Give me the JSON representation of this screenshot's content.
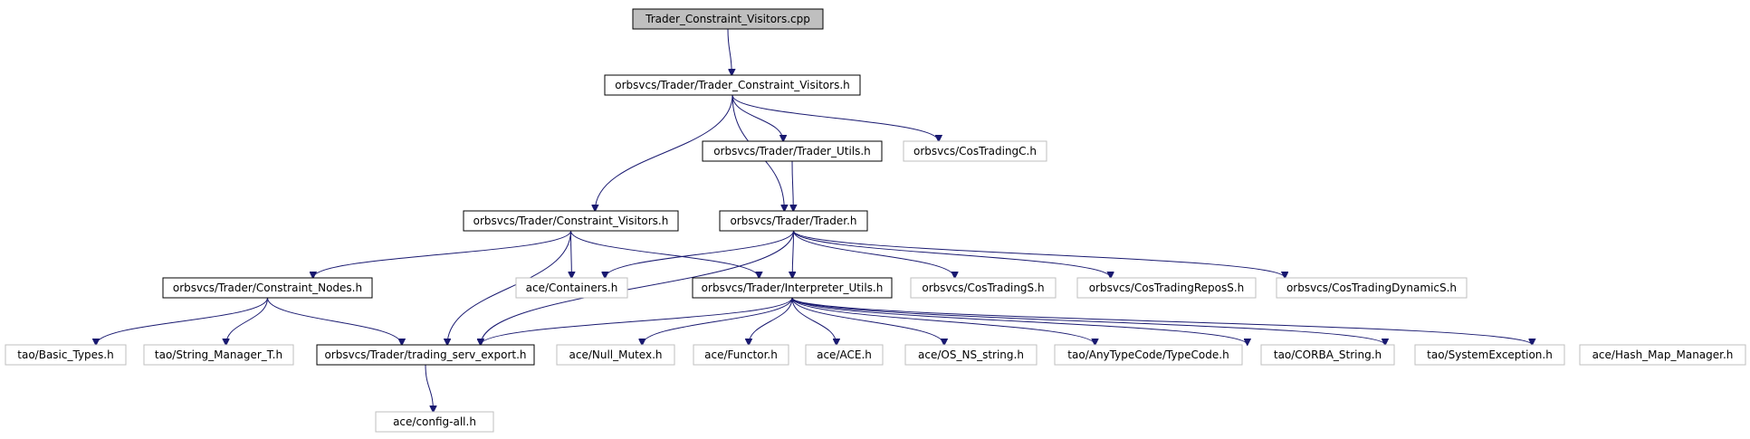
{
  "colors": {
    "edge": "#191970",
    "root_fill": "#bfbfbf",
    "documented_border": "#000000",
    "undocumented_border": "#bfbfbf",
    "background": "#ffffff"
  },
  "graph": {
    "root": {
      "label": "Trader_Constraint_Visitors.cpp"
    },
    "nodes": [
      {
        "id": "n_cpp",
        "label": "Trader_Constraint_Visitors.cpp",
        "kind": "root"
      },
      {
        "id": "n_tcv_h",
        "label": "orbsvcs/Trader/Trader_Constraint_Visitors.h",
        "kind": "documented"
      },
      {
        "id": "n_trader_utils",
        "label": "orbsvcs/Trader/Trader_Utils.h",
        "kind": "documented"
      },
      {
        "id": "n_costradingc",
        "label": "orbsvcs/CosTradingC.h",
        "kind": "external"
      },
      {
        "id": "n_constraint_visitors",
        "label": "orbsvcs/Trader/Constraint_Visitors.h",
        "kind": "documented"
      },
      {
        "id": "n_trader_h",
        "label": "orbsvcs/Trader/Trader.h",
        "kind": "documented"
      },
      {
        "id": "n_constraint_nodes",
        "label": "orbsvcs/Trader/Constraint_Nodes.h",
        "kind": "documented"
      },
      {
        "id": "n_containers",
        "label": "ace/Containers.h",
        "kind": "external"
      },
      {
        "id": "n_interpreter_utils",
        "label": "orbsvcs/Trader/Interpreter_Utils.h",
        "kind": "documented"
      },
      {
        "id": "n_costradings",
        "label": "orbsvcs/CosTradingS.h",
        "kind": "external"
      },
      {
        "id": "n_costradingrepos",
        "label": "orbsvcs/CosTradingReposS.h",
        "kind": "external"
      },
      {
        "id": "n_costradingdyn",
        "label": "orbsvcs/CosTradingDynamicS.h",
        "kind": "external"
      },
      {
        "id": "n_basic_types",
        "label": "tao/Basic_Types.h",
        "kind": "external"
      },
      {
        "id": "n_string_manager",
        "label": "tao/String_Manager_T.h",
        "kind": "external"
      },
      {
        "id": "n_trading_export",
        "label": "orbsvcs/Trader/trading_serv_export.h",
        "kind": "documented"
      },
      {
        "id": "n_null_mutex",
        "label": "ace/Null_Mutex.h",
        "kind": "external"
      },
      {
        "id": "n_functor",
        "label": "ace/Functor.h",
        "kind": "external"
      },
      {
        "id": "n_ace",
        "label": "ace/ACE.h",
        "kind": "external"
      },
      {
        "id": "n_os_ns_string",
        "label": "ace/OS_NS_string.h",
        "kind": "external"
      },
      {
        "id": "n_typecode",
        "label": "tao/AnyTypeCode/TypeCode.h",
        "kind": "external"
      },
      {
        "id": "n_corba_string",
        "label": "tao/CORBA_String.h",
        "kind": "external"
      },
      {
        "id": "n_system_exception",
        "label": "tao/SystemException.h",
        "kind": "external"
      },
      {
        "id": "n_hash_map",
        "label": "ace/Hash_Map_Manager.h",
        "kind": "external"
      },
      {
        "id": "n_config_all",
        "label": "ace/config-all.h",
        "kind": "external"
      }
    ],
    "edges": [
      {
        "from": "n_cpp",
        "to": "n_tcv_h"
      },
      {
        "from": "n_tcv_h",
        "to": "n_trader_utils"
      },
      {
        "from": "n_tcv_h",
        "to": "n_costradingc"
      },
      {
        "from": "n_tcv_h",
        "to": "n_constraint_visitors"
      },
      {
        "from": "n_tcv_h",
        "to": "n_trader_h"
      },
      {
        "from": "n_trader_utils",
        "to": "n_trader_h"
      },
      {
        "from": "n_constraint_visitors",
        "to": "n_constraint_nodes"
      },
      {
        "from": "n_constraint_visitors",
        "to": "n_containers"
      },
      {
        "from": "n_constraint_visitors",
        "to": "n_interpreter_utils"
      },
      {
        "from": "n_constraint_visitors",
        "to": "n_trading_export"
      },
      {
        "from": "n_trader_h",
        "to": "n_containers"
      },
      {
        "from": "n_trader_h",
        "to": "n_interpreter_utils"
      },
      {
        "from": "n_trader_h",
        "to": "n_costradings"
      },
      {
        "from": "n_trader_h",
        "to": "n_costradingrepos"
      },
      {
        "from": "n_trader_h",
        "to": "n_costradingdyn"
      },
      {
        "from": "n_trader_h",
        "to": "n_trading_export"
      },
      {
        "from": "n_constraint_nodes",
        "to": "n_basic_types"
      },
      {
        "from": "n_constraint_nodes",
        "to": "n_string_manager"
      },
      {
        "from": "n_constraint_nodes",
        "to": "n_trading_export"
      },
      {
        "from": "n_interpreter_utils",
        "to": "n_trading_export"
      },
      {
        "from": "n_interpreter_utils",
        "to": "n_null_mutex"
      },
      {
        "from": "n_interpreter_utils",
        "to": "n_functor"
      },
      {
        "from": "n_interpreter_utils",
        "to": "n_ace"
      },
      {
        "from": "n_interpreter_utils",
        "to": "n_os_ns_string"
      },
      {
        "from": "n_interpreter_utils",
        "to": "n_typecode"
      },
      {
        "from": "n_interpreter_utils",
        "to": "n_corba_string"
      },
      {
        "from": "n_interpreter_utils",
        "to": "n_system_exception"
      },
      {
        "from": "n_interpreter_utils",
        "to": "n_hash_map"
      },
      {
        "from": "n_trading_export",
        "to": "n_config_all"
      }
    ]
  }
}
